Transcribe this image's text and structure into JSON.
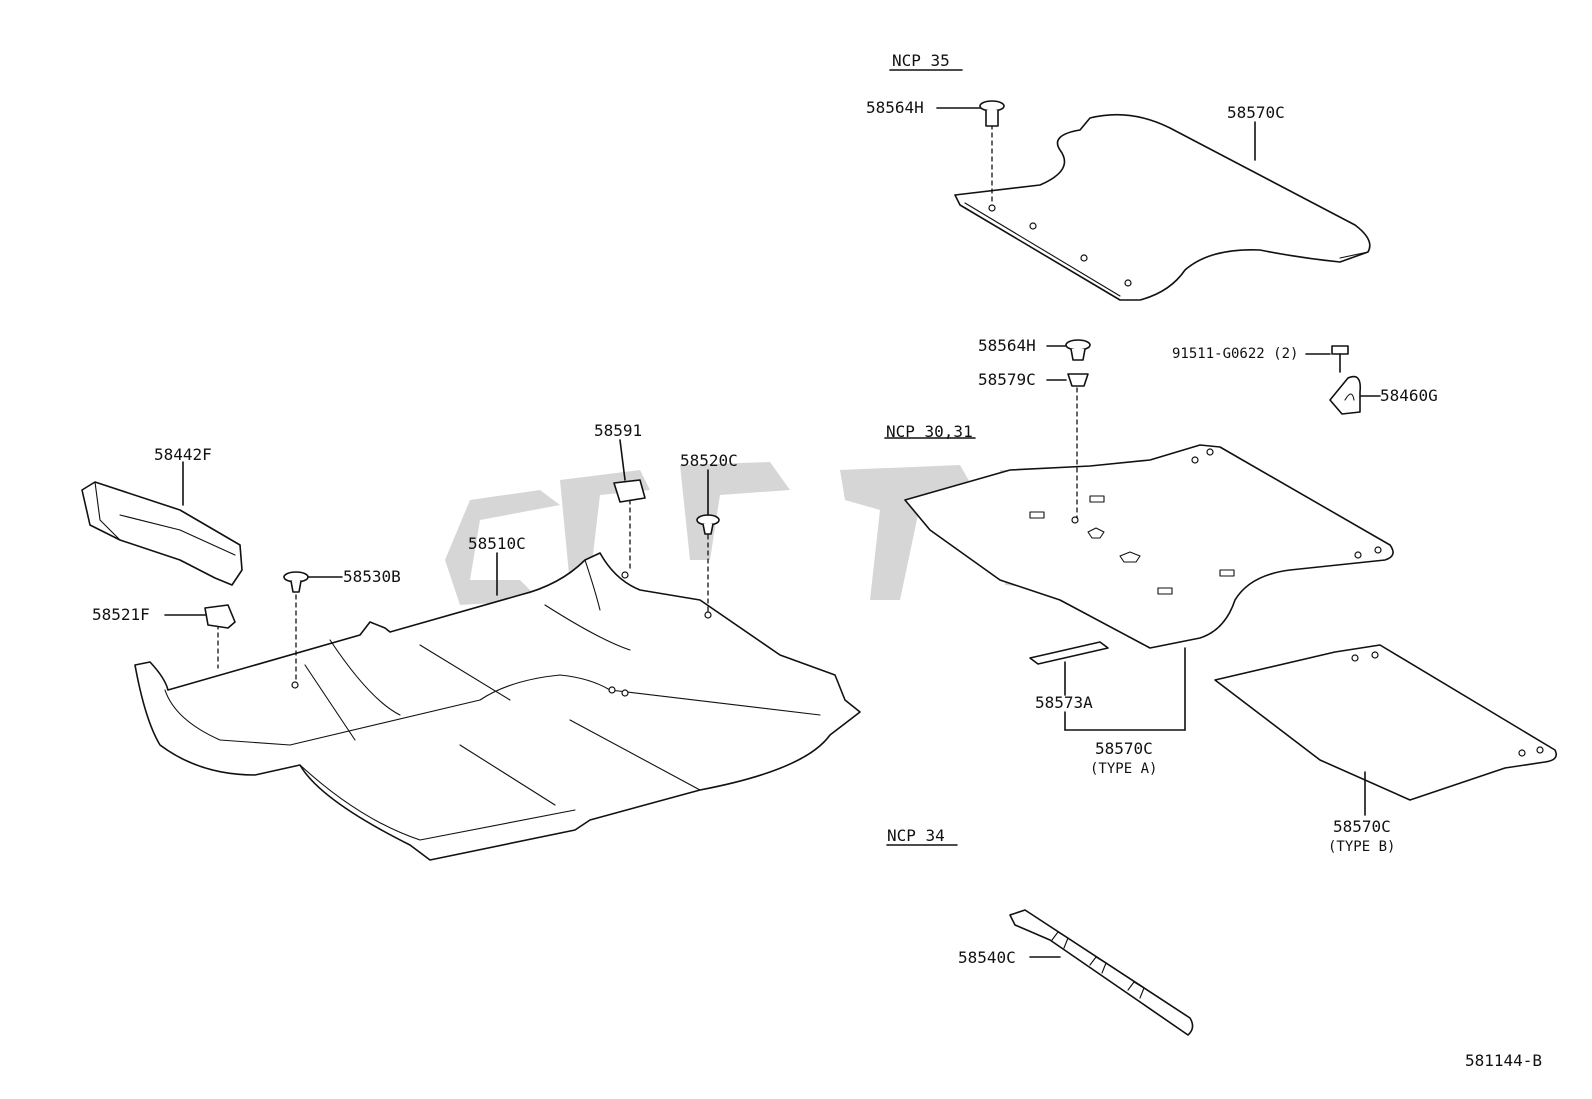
{
  "sections": {
    "ncp35": "NCP 35",
    "ncp3031": "NCP 30,31",
    "ncp34": "NCP 34"
  },
  "parts": {
    "p58564H_top": "58564H",
    "p58570C_top": "58570C",
    "p58564H_mid": "58564H",
    "p58579C": "58579C",
    "p91511": "91511-G0622 (2)",
    "p58460G": "58460G",
    "p58591": "58591",
    "p58520C": "58520C",
    "p58442F": "58442F",
    "p58510C": "58510C",
    "p58530B": "58530B",
    "p58521F": "58521F",
    "p58573A": "58573A",
    "p58570C_a": "58570C",
    "type_a": "(TYPE A)",
    "p58570C_b": "58570C",
    "type_b": "(TYPE B)",
    "p58540C": "58540C"
  },
  "diagram_id": "581144-B",
  "colors": {
    "line": "#111111",
    "watermark": "#cfcfcf",
    "background": "#ffffff"
  }
}
